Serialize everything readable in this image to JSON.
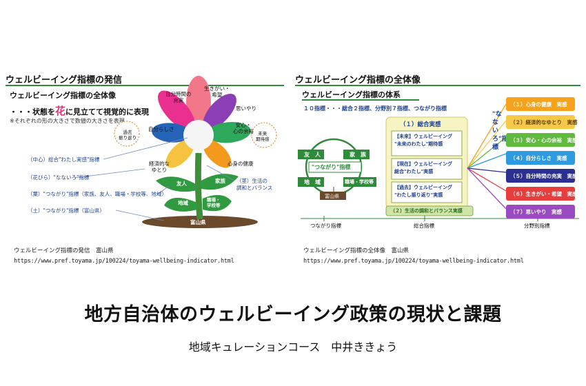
{
  "left_panel": {
    "title": "ウェルビーイング指標の発信",
    "heading1": "ウェルビーイング指標の全体像",
    "heading2_prefix": "・・・状態を",
    "heading2_flower": "花",
    "heading2_suffix": "に見立てて視覚的に表現",
    "note": "※それぞれの形の大きさで数値の大きさを表現",
    "petals": {
      "top": "生きがい・\n希望",
      "top_left": "自分時間の\n充実",
      "top_right": "思いやり",
      "left": "自分らしさ",
      "right": "安心・\n心の余裕",
      "bottom_left": "経済的な\nゆとり",
      "bottom_right": "心身の健康"
    },
    "past_label": "過去\n振り返り",
    "future_label": "未来\n期待感",
    "legend": [
      "（中心）総合\"わたし実感\"指標",
      "（花びら）\"なないろ\"指標",
      "（葉）\"つながり\"指標（家族、友人、職場・学校等、地域）",
      "（土）\"つながり\"指標（富山県）"
    ],
    "stem_label": "（茎）生活の\n調和とバランス",
    "leaves": {
      "friend": "友人",
      "family": "家族",
      "region": "地域",
      "work": "職場・\n学校等"
    },
    "soil": "富山県",
    "caption": "ウェルビーイング指標の発信　富山県",
    "url": "https://www.pref.toyama.jp/100224/toyama-wellbeing-indicator.html"
  },
  "right_panel": {
    "title": "ウェルビーイング指標の全体像",
    "heading1": "ウェルビーイング指標の体系",
    "heading2": "１０指標・・・総合２指標、分野別７指標、つながり指標",
    "network": {
      "friend": "友　人",
      "family": "家　族",
      "center": "\"つながり\"指標",
      "region": "地　域",
      "work": "職場・学校等",
      "pref": "富山県"
    },
    "overall": {
      "header": "（１）総合実感",
      "future": "【未来】ウェルビーイング\n\"未来のわたし\"期待感",
      "present": "【現在】ウェルビーイング\n総合\"わたし\"実感",
      "past": "【過去】ウェルビーイング\n\"わたし振り返り\"実感",
      "balance": "（２）生活の調和とバランス実感"
    },
    "nanairo_vertical": "\"なないろ\"指標",
    "indicators": [
      {
        "label": "（１）心身の健康　実感",
        "color": "#f5a21d"
      },
      {
        "label": "（２）経済的なゆとり　実感",
        "color": "#f7c948"
      },
      {
        "label": "（３）安心・心の余裕　実感",
        "color": "#5fba3e"
      },
      {
        "label": "（４）自分らしさ　実感",
        "color": "#2c9be0"
      },
      {
        "label": "（５）自分時間の充実　実感",
        "color": "#2b2f8f"
      },
      {
        "label": "（６）生きがい・希望　実感",
        "color": "#e83d3d"
      },
      {
        "label": "（７）思いやり　実感",
        "color": "#9b4bc2"
      }
    ],
    "footer_labels": {
      "left": "つながり指標",
      "mid": "総合指標",
      "right": "分野別指標"
    },
    "caption": "ウェルビーイング指標の全体像　富山県",
    "url": "https://www.pref.toyama.jp/100224/toyama-wellbeing-indicator.html"
  },
  "main_title": "地方自治体のウェルビーイング政策の現状と課題",
  "subtitle": "地域キュレーションコース　中井ききょう"
}
